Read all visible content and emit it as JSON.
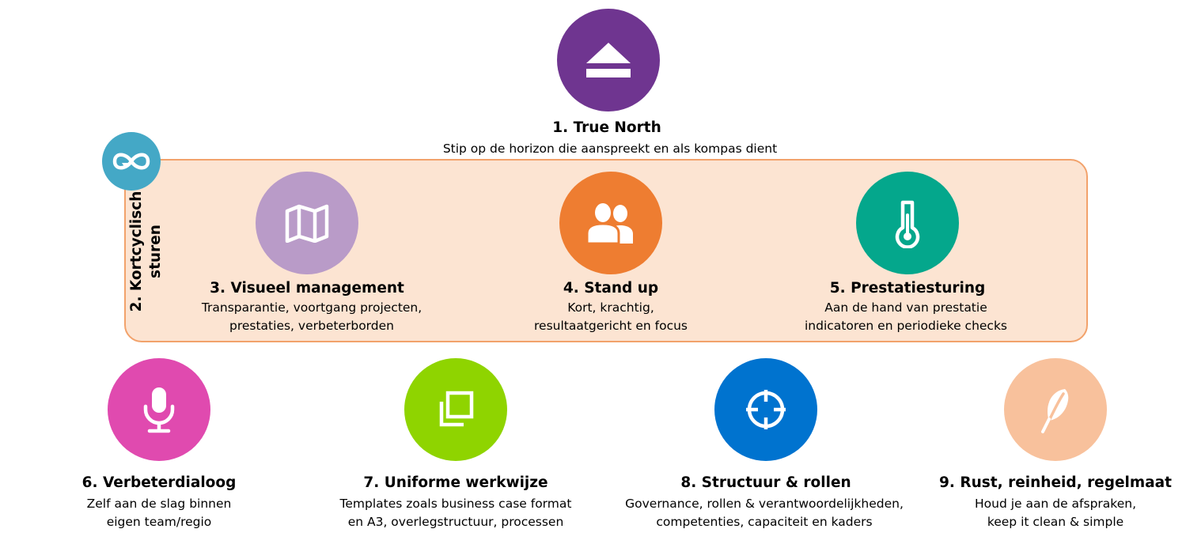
{
  "true_north": {
    "title": "1. True North",
    "desc": "Stip op de horizon die aanspreekt en als kompas dient",
    "icon": "eject-icon",
    "color": "#6f3590"
  },
  "cycle": {
    "label_line1": "2. Kortcyclisch",
    "label_line2": "sturen",
    "icon": "infinity-icon",
    "icon_color": "#44a8c6",
    "band_color": "#fce4d2",
    "band_border": "#f2a26b"
  },
  "items": [
    {
      "title": "3. Visueel management",
      "desc": [
        "Transparantie, voortgang projecten,",
        "prestaties, verbeterborden"
      ],
      "icon": "map-icon",
      "color": "#b99bc8"
    },
    {
      "title": "4. Stand up",
      "desc": [
        "Kort, krachtig,",
        "resultaatgericht en focus"
      ],
      "icon": "users-icon",
      "color": "#ee7d31"
    },
    {
      "title": "5. Prestatiesturing",
      "desc": [
        "Aan de hand van prestatie",
        "indicatoren en periodieke checks"
      ],
      "icon": "thermometer-icon",
      "color": "#04a78c"
    },
    {
      "title": "6. Verbeterdialoog",
      "desc": [
        "Zelf aan de slag binnen",
        "eigen team/regio"
      ],
      "icon": "microphone-icon",
      "color": "#e04aaf"
    },
    {
      "title": "7. Uniforme werkwijze",
      "desc": [
        "Templates zoals business case format",
        "en A3, overlegstructuur, processen"
      ],
      "icon": "copy-icon",
      "color": "#8fd400"
    },
    {
      "title": "8. Structuur & rollen",
      "desc": [
        "Governance, rollen & verantwoordelijkheden,",
        "competenties, capaciteit en kaders"
      ],
      "icon": "crosshair-icon",
      "color": "#0073cf"
    },
    {
      "title": "9. Rust, reinheid, regelmaat",
      "desc": [
        "Houd je aan de afspraken,",
        "keep it clean & simple"
      ],
      "icon": "feather-icon",
      "color": "#f8c19c"
    }
  ]
}
